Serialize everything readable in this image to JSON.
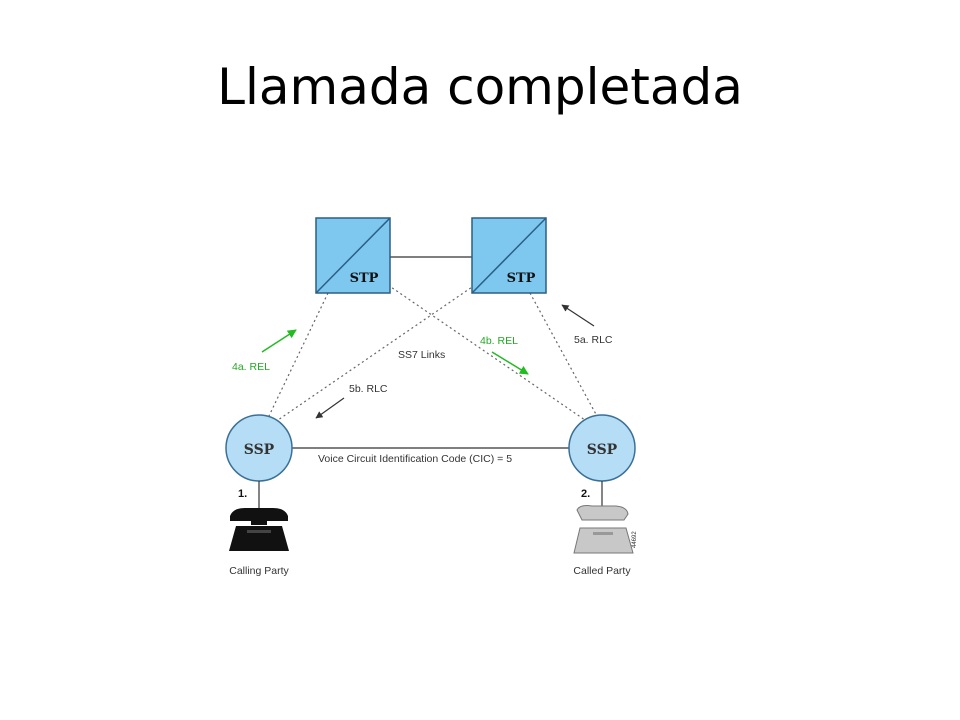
{
  "slide": {
    "title": "Llamada completada"
  },
  "diagram": {
    "nodes": {
      "stp_left": "STP",
      "stp_right": "STP",
      "ssp_left": "SSP",
      "ssp_right": "SSP"
    },
    "labels": {
      "ss7_links": "SS7 Links",
      "voice_circuit": "Voice Circuit Identification Code (CIC) = 5",
      "msg_4a": "4a. REL",
      "msg_4b": "4b. REL",
      "msg_5a": "5a. RLC",
      "msg_5b": "5b. RLC",
      "step_1": "1.",
      "step_2": "2.",
      "calling_party": "Calling Party",
      "called_party": "Called Party",
      "figure_id": "44692"
    },
    "colors": {
      "stp_fill": "#7ec8f0",
      "ssp_fill": "#b5ddf5",
      "rel_arrow": "#22bb22",
      "rlc_arrow": "#333333",
      "calling_phone": "#111111",
      "called_phone": "#c8c8c8"
    },
    "icons": {
      "calling_phone": "telephone-on-hook-icon",
      "called_phone": "telephone-off-hook-icon"
    }
  }
}
